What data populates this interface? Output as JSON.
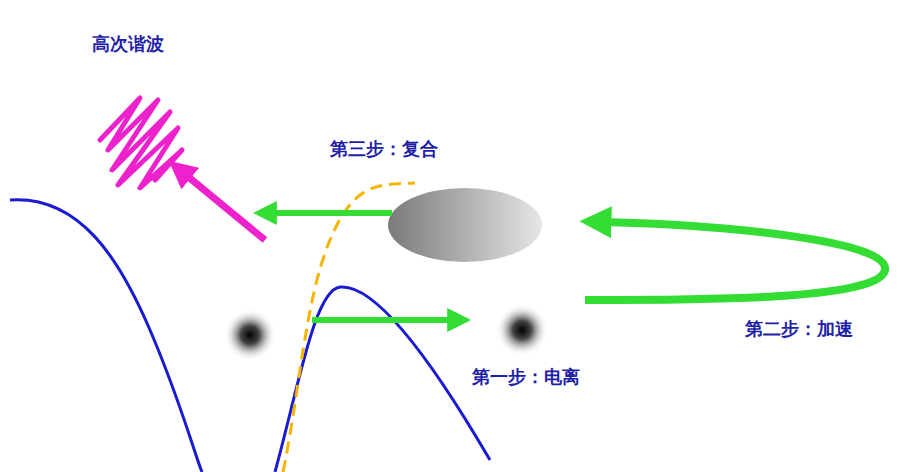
{
  "diagram": {
    "labels": [
      "高次谐波",
      "第三步：复合",
      "第二步：加速",
      "第一步：电离"
    ]
  }
}
